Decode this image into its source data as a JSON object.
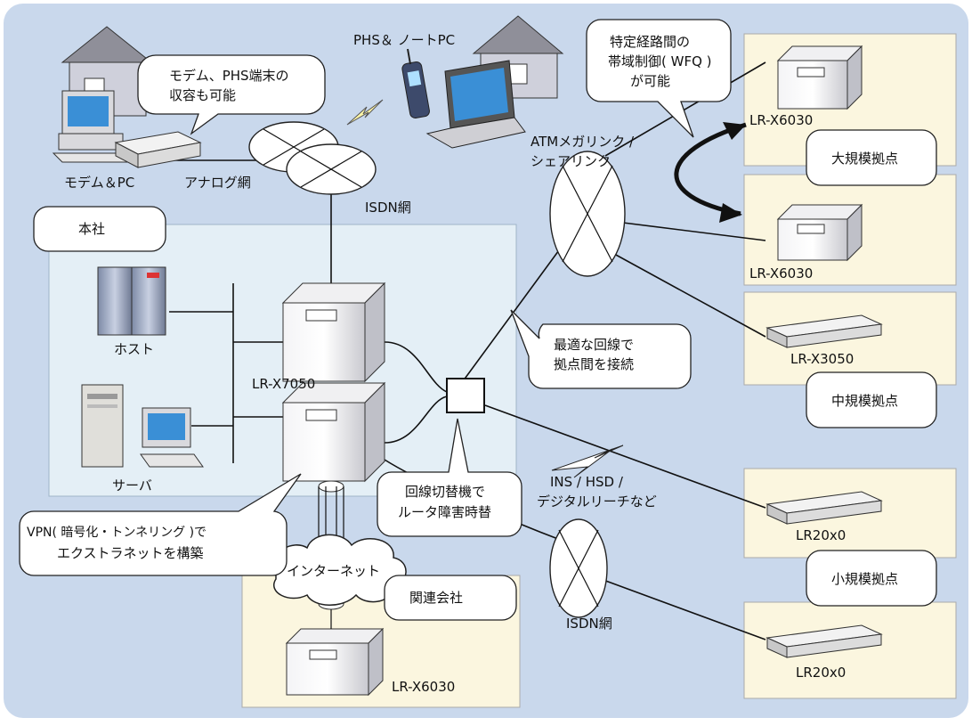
{
  "labels": {
    "phs_pc": "PHS＆ ノートPC",
    "modem_bubble_1": "モデム、PHS端末の",
    "modem_bubble_2": "収容も可能",
    "wfq_1": "特定経路間の",
    "wfq_2": "帯域制御( WFQ )",
    "wfq_3": "が可能",
    "modem_pc": "モデム＆PC",
    "analog_net": "アナログ網",
    "isdn_net_top": "ISDN網",
    "atm_1": "ATMメガリンク /",
    "atm_2": "シェアリンク",
    "honsha": "本社",
    "host": "ホスト",
    "server": "サーバ",
    "lr_x7050": "LR-X7050",
    "optimal_1": "最適な回線で",
    "optimal_2": "拠点間を接続",
    "switch_1": "回線切替機で",
    "switch_2": "ルータ障害時替",
    "ins_1": "INS / HSD /",
    "ins_2": "デジタルリーチなど",
    "vpn_1": "VPN( 暗号化・トンネリング )で",
    "vpn_2": "エクストラネットを構築",
    "internet": "インターネット",
    "kanren": "関連会社",
    "lr_x6030_bottom": "LR-X6030",
    "isdn_net_bottom": "ISDN網",
    "lr_x6030_top": "LR-X6030",
    "large_site": "大規模拠点",
    "lr_x6030_mid": "LR-X6030",
    "lr_x3050": "LR-X3050",
    "medium_site": "中規模拠点",
    "lr20x0_a": "LR20x0",
    "small_site": "小規模拠点",
    "lr20x0_b": "LR20x0"
  },
  "colors": {
    "background": "#c9d8ec",
    "site_panel": "#fbf6df",
    "hq_panel": "#e4eff6",
    "router_body": "#e8e8ea",
    "pc_screen": "#3a8fd6"
  }
}
